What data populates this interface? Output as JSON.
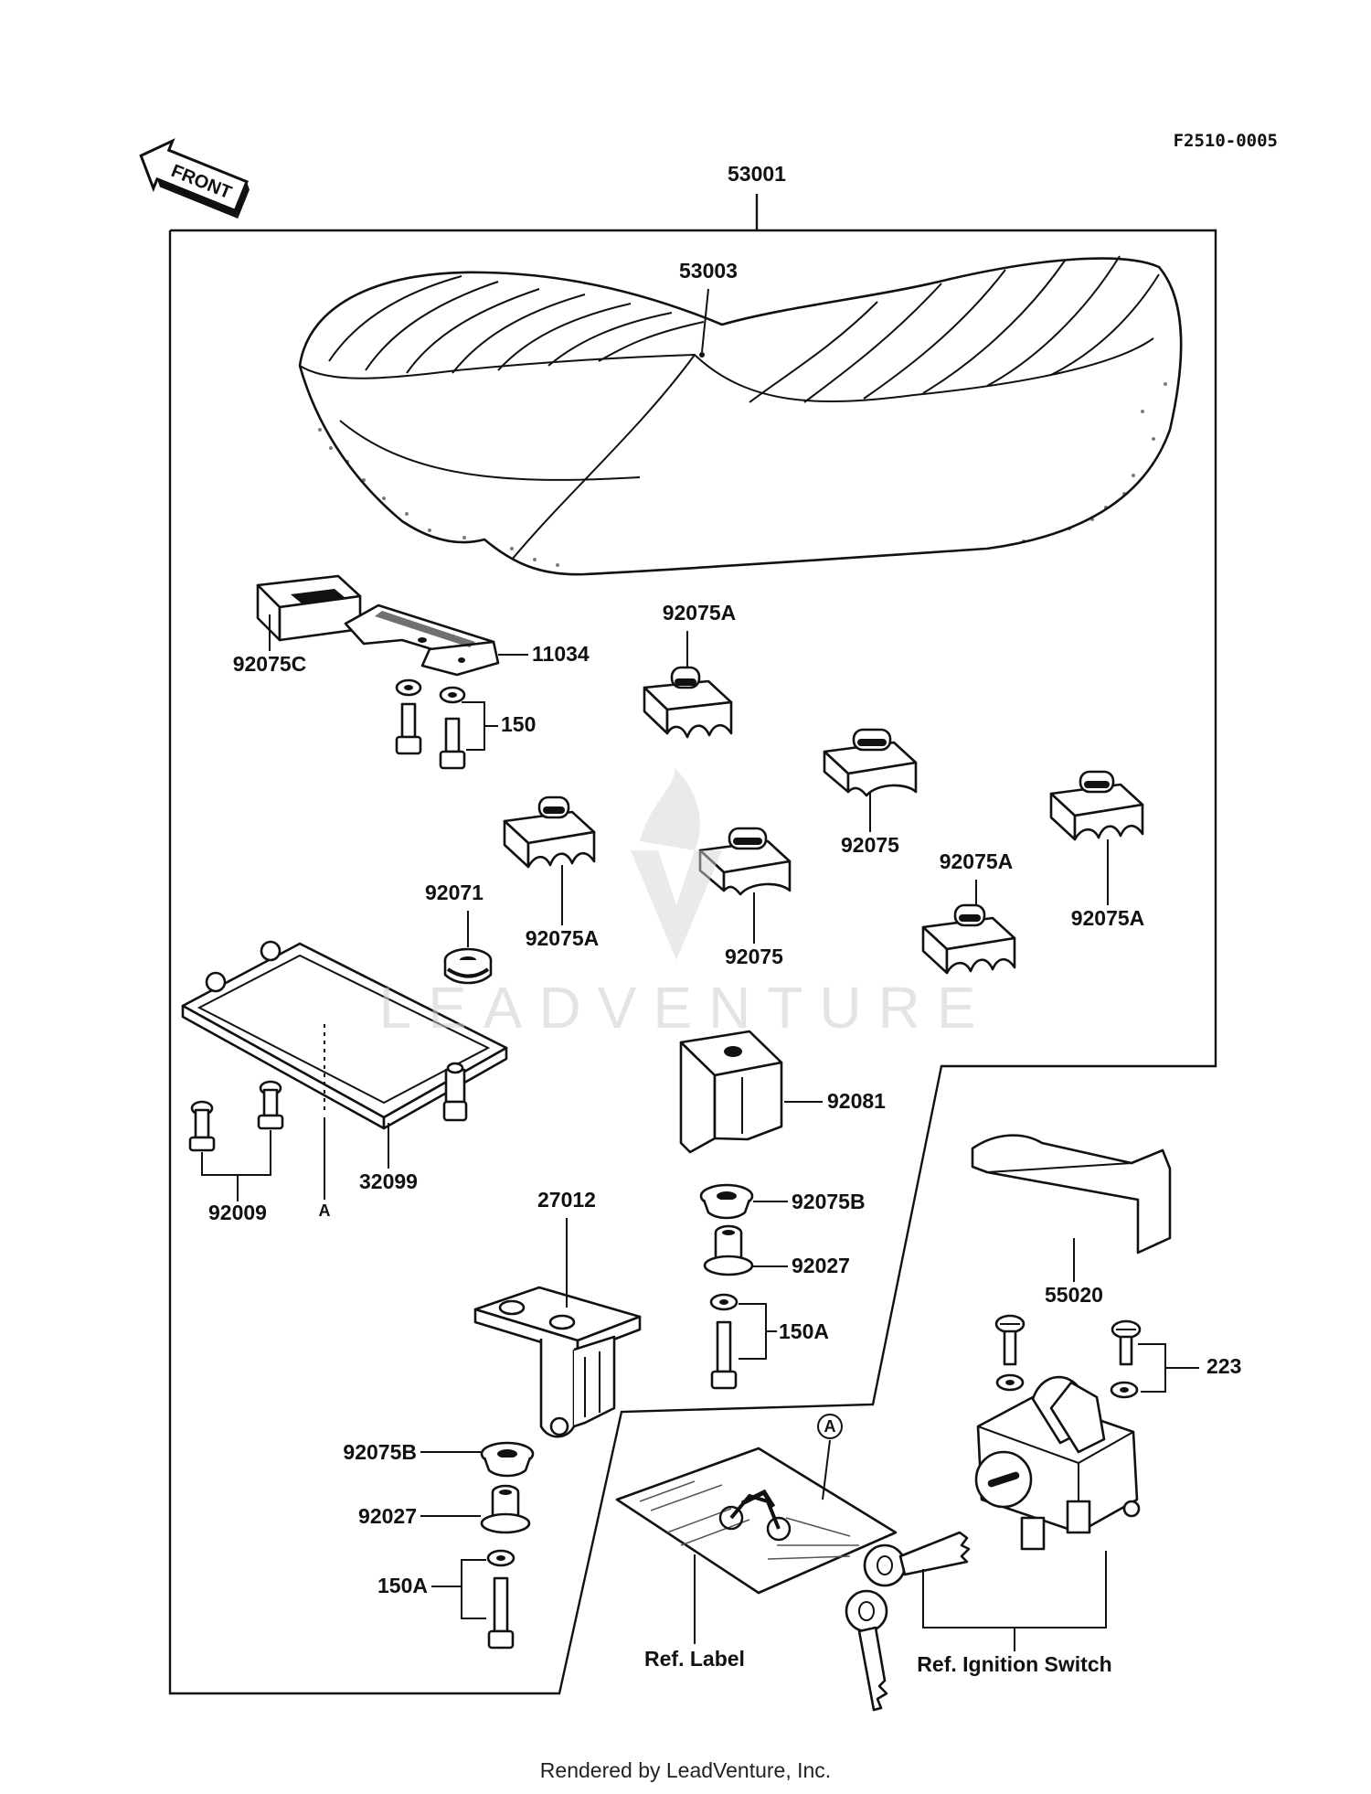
{
  "diagram_code": "F2510-0005",
  "front_label": "FRONT",
  "watermark": "LEADVENTURE",
  "footer": "Rendered by LeadVenture, Inc.",
  "parts": {
    "assembly": "53001",
    "cover": "53003",
    "damper_c": "92075C",
    "bracket": "11034",
    "bolt": "150",
    "damper_a1": "92075A",
    "damper_a2": "92075A",
    "damper_a3": "92075A",
    "damper_a4": "92075A",
    "damper_1": "92075",
    "damper_2": "92075",
    "grommet": "92071",
    "tray": "32099",
    "screw": "92009",
    "ref_a_small": "A",
    "ref_a_circle": "A",
    "clip": "92081",
    "damper_b1": "92075B",
    "collar_1": "92027",
    "bolt_a1": "150A",
    "hinge": "27012",
    "damper_b2": "92075B",
    "collar_2": "92027",
    "bolt_a2": "150A",
    "cover_lock": "55020",
    "screw_lock": "223",
    "ref_label": "Ref. Label",
    "ref_ignition": "Ref. Ignition Switch"
  }
}
